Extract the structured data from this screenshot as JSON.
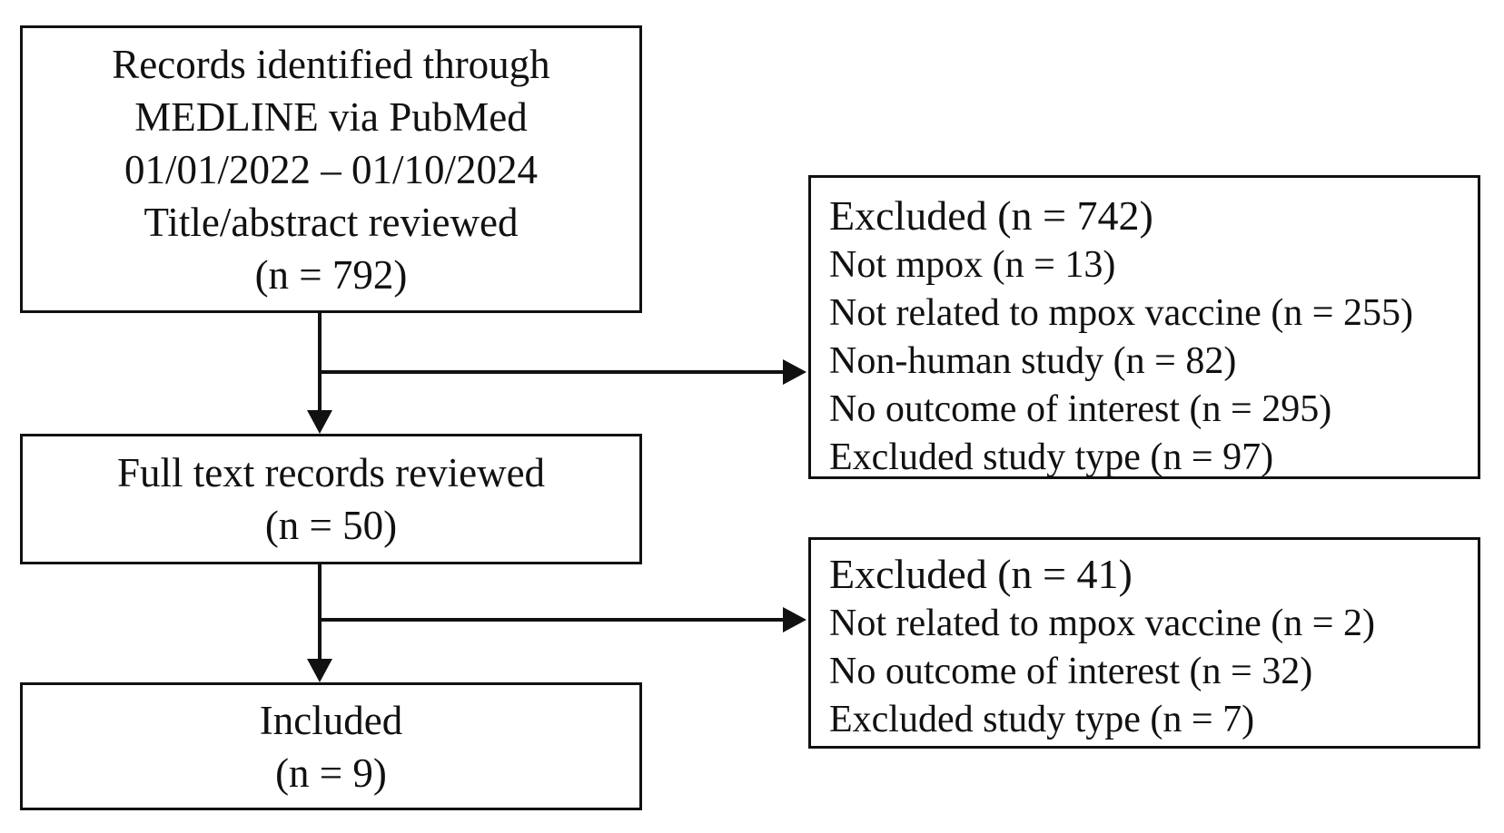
{
  "colors": {
    "line": "#111111",
    "text": "#111111",
    "background": "#ffffff"
  },
  "nodes": {
    "records": {
      "lines": [
        "Records identified through",
        "MEDLINE via PubMed",
        "01/01/2022 – 01/10/2024",
        "Title/abstract reviewed",
        "(n = 792)"
      ]
    },
    "excluded_title_abstract": {
      "heading": "Excluded (n = 742)",
      "items": [
        "Not mpox (n = 13)",
        "Not related to mpox vaccine (n = 255)",
        "Non-human study (n = 82)",
        "No outcome of interest (n = 295)",
        "Excluded study type (n = 97)"
      ]
    },
    "full_text": {
      "lines": [
        "Full text records reviewed",
        "(n = 50)"
      ]
    },
    "excluded_full_text": {
      "heading": "Excluded (n = 41)",
      "items": [
        "Not related to mpox vaccine (n = 2)",
        "No outcome of interest (n = 32)",
        "Excluded study type (n = 7)"
      ]
    },
    "included": {
      "lines": [
        "Included",
        "(n = 9)"
      ]
    }
  }
}
